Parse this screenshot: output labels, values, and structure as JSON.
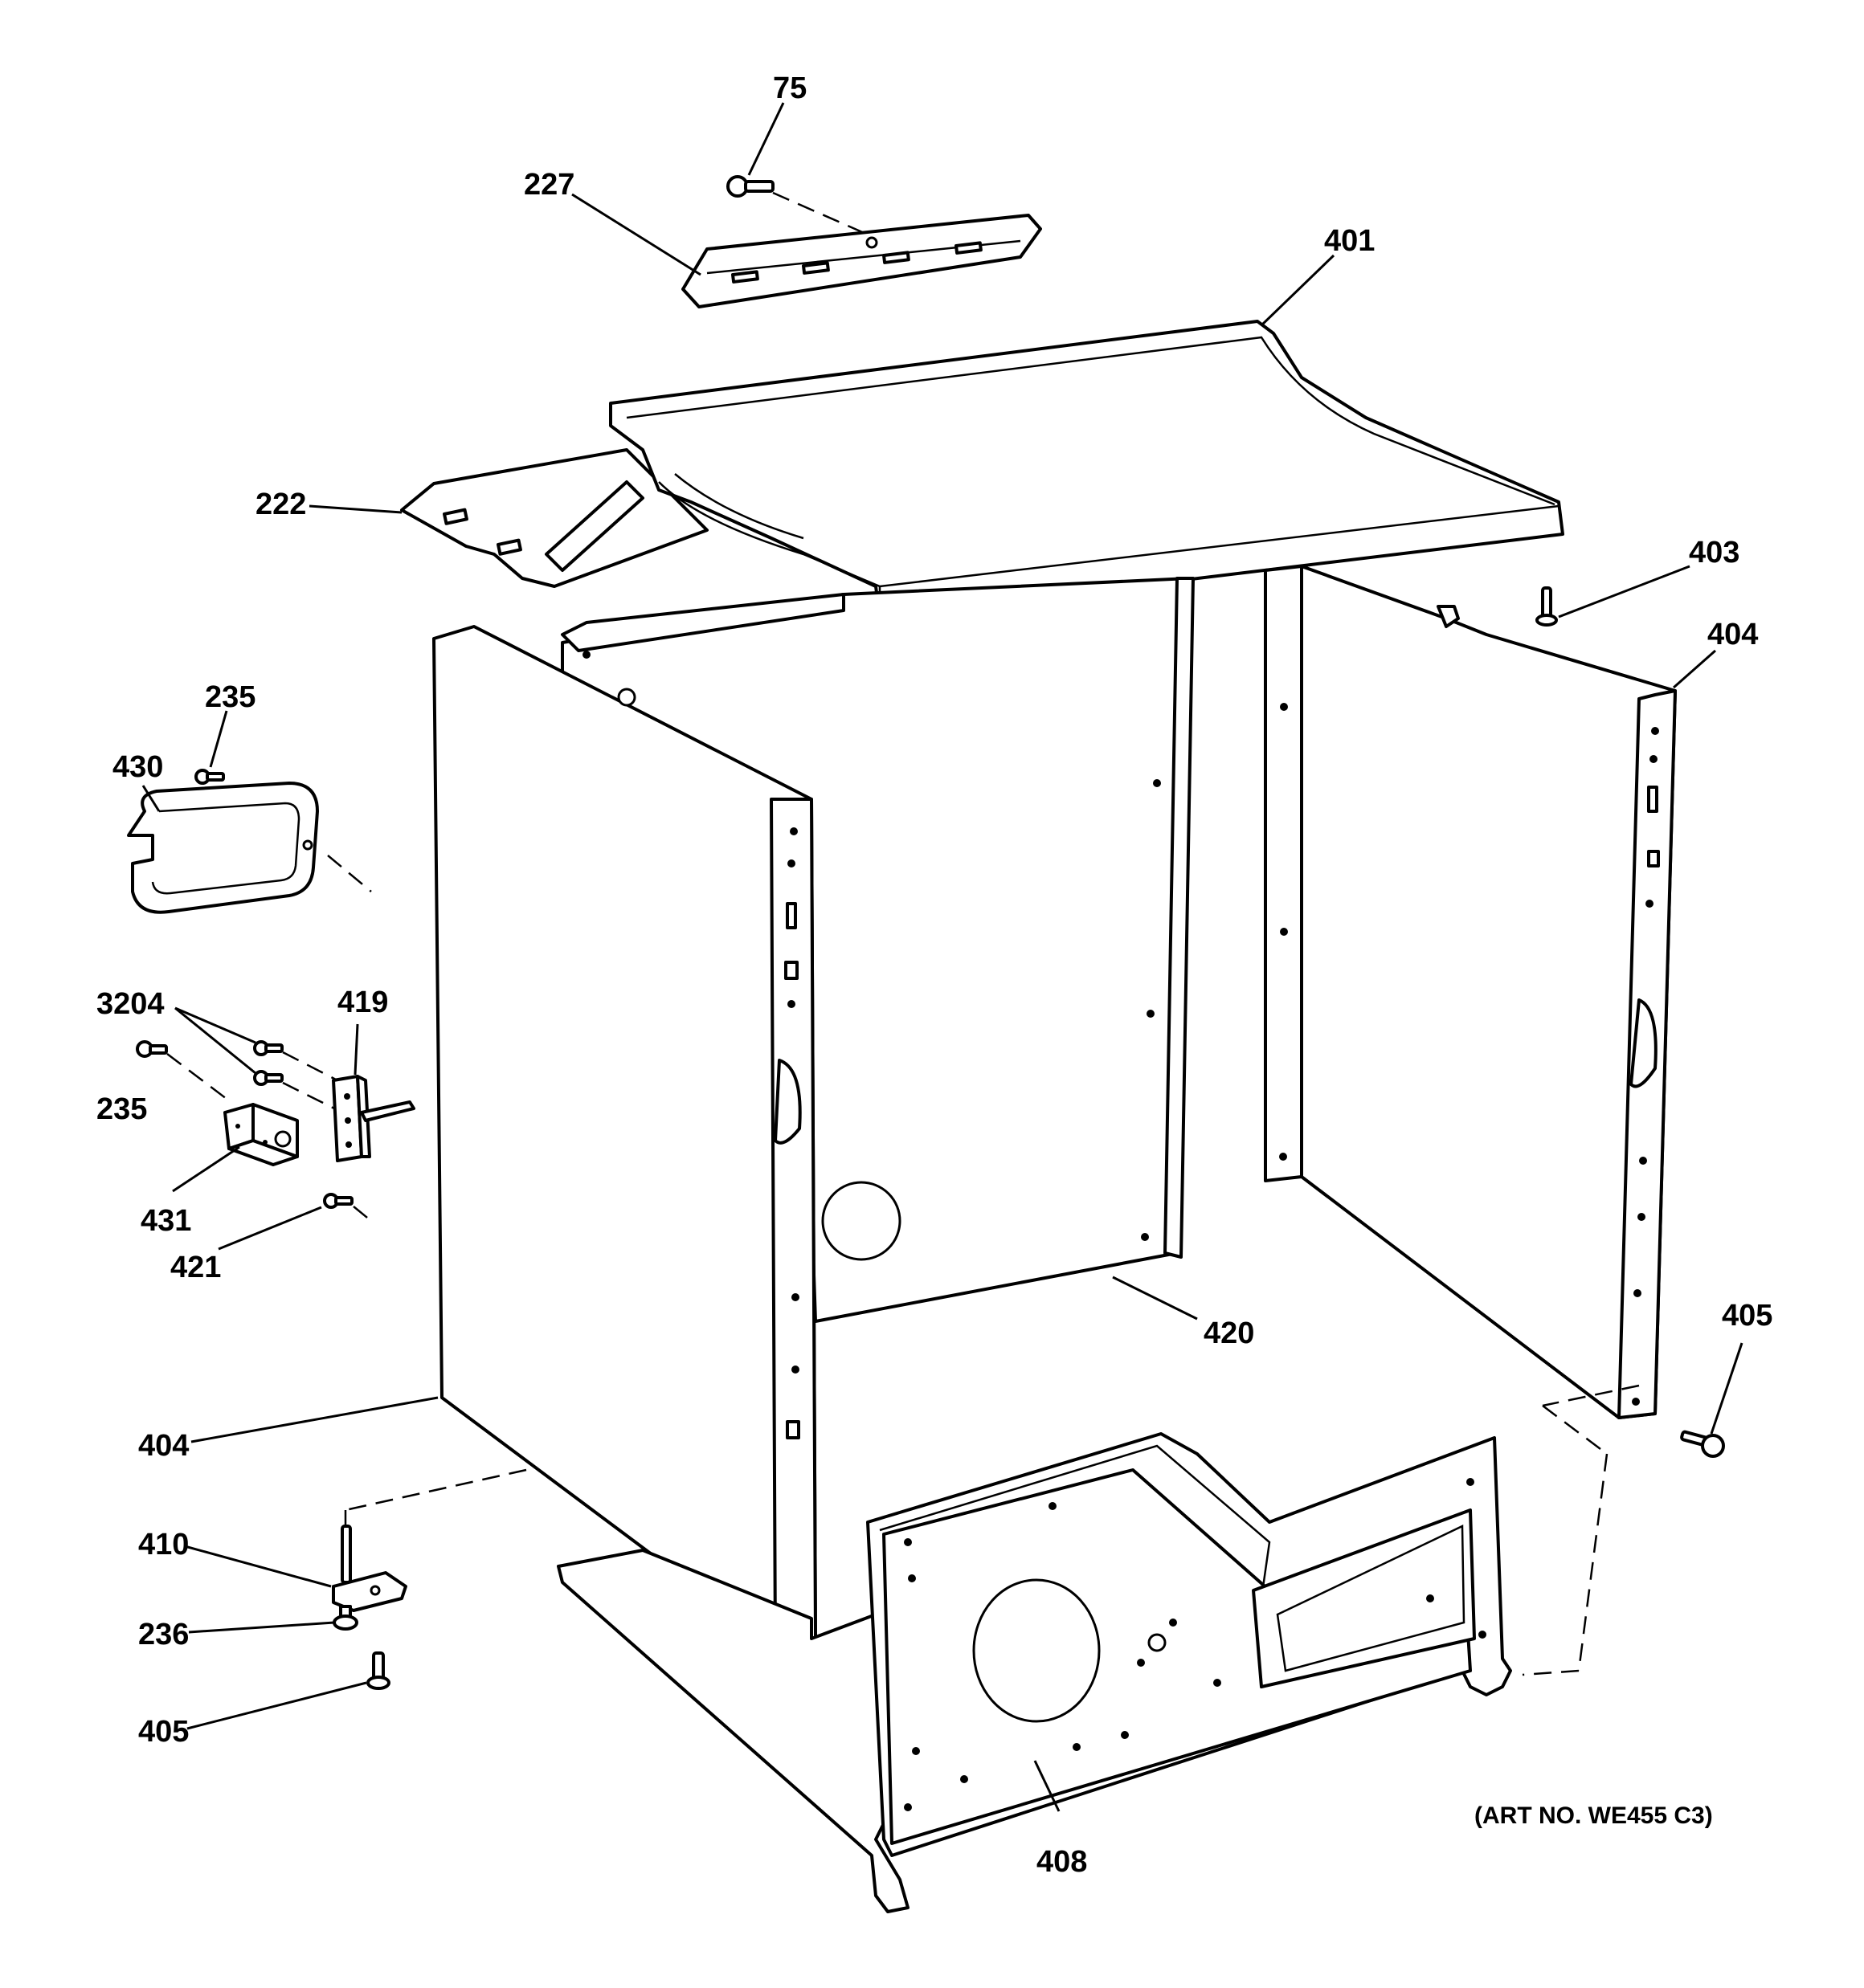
{
  "art_number": "(ART NO. WE455 C3)",
  "labels": {
    "p75": "75",
    "p227": "227",
    "p401": "401",
    "p222": "222",
    "p403": "403",
    "p404_right": "404",
    "p235_top": "235",
    "p430": "430",
    "p3204": "3204",
    "p419": "419",
    "p235_mid": "235",
    "p431": "431",
    "p421": "421",
    "p420": "420",
    "p405_right": "405",
    "p404_left": "404",
    "p410": "410",
    "p236": "236",
    "p405_left": "405",
    "p408": "408"
  }
}
